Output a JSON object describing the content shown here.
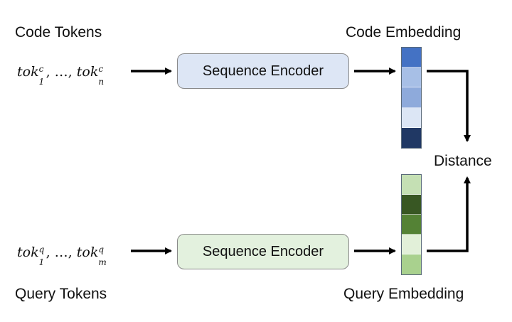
{
  "labels": {
    "code_tokens": "Code Tokens",
    "query_tokens": "Query Tokens",
    "code_embedding": "Code Embedding",
    "query_embedding": "Query Embedding",
    "distance": "Distance"
  },
  "math": {
    "code_seq": {
      "base": "tok",
      "sub1": "1",
      "sup1": "c",
      "sep": ", …, ",
      "subn": "n",
      "supn": "c"
    },
    "query_seq": {
      "base": "tok",
      "sub1": "1",
      "sup1": "q",
      "sep": ", …, ",
      "subn": "m",
      "supn": "q"
    }
  },
  "encoders": {
    "code": "Sequence Encoder",
    "query": "Sequence Encoder"
  },
  "colors": {
    "code_embedding": [
      "#4472c4",
      "#a7bfe6",
      "#8eaadb",
      "#dce6f5",
      "#203864"
    ],
    "query_embedding": [
      "#c5e0b4",
      "#385723",
      "#548235",
      "#e2f0d9",
      "#a9d18e"
    ]
  }
}
